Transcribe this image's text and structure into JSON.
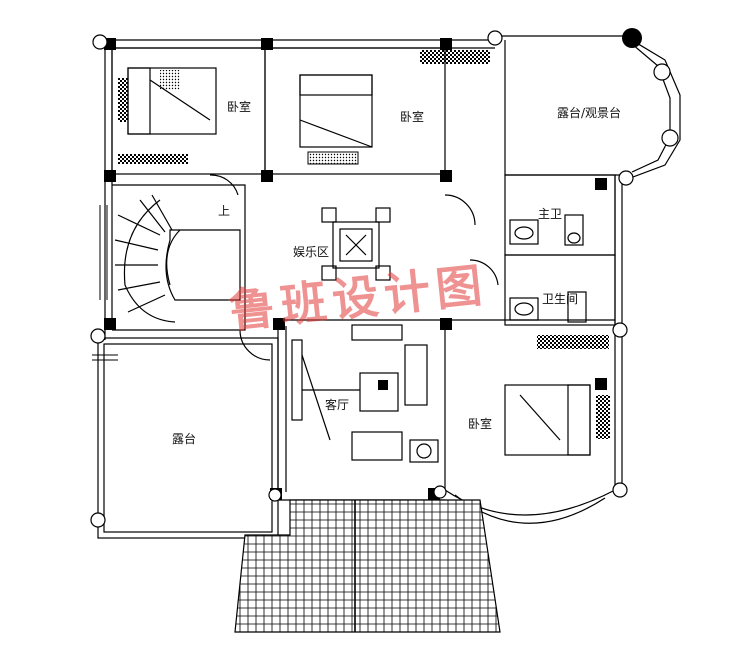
{
  "rooms": {
    "bedroom_nw": "卧室",
    "bedroom_n": "卧室",
    "terrace_view": "露台/观景台",
    "master_bath": "主卫",
    "washroom": "卫生间",
    "stair_up": "上",
    "entertainment": "娱乐区",
    "living_room": "客厅",
    "bedroom_se": "卧室",
    "terrace_w": "露台"
  },
  "watermark": "鲁班设计图",
  "colors": {
    "line": "#000000",
    "watermark": "#e23a3a"
  }
}
